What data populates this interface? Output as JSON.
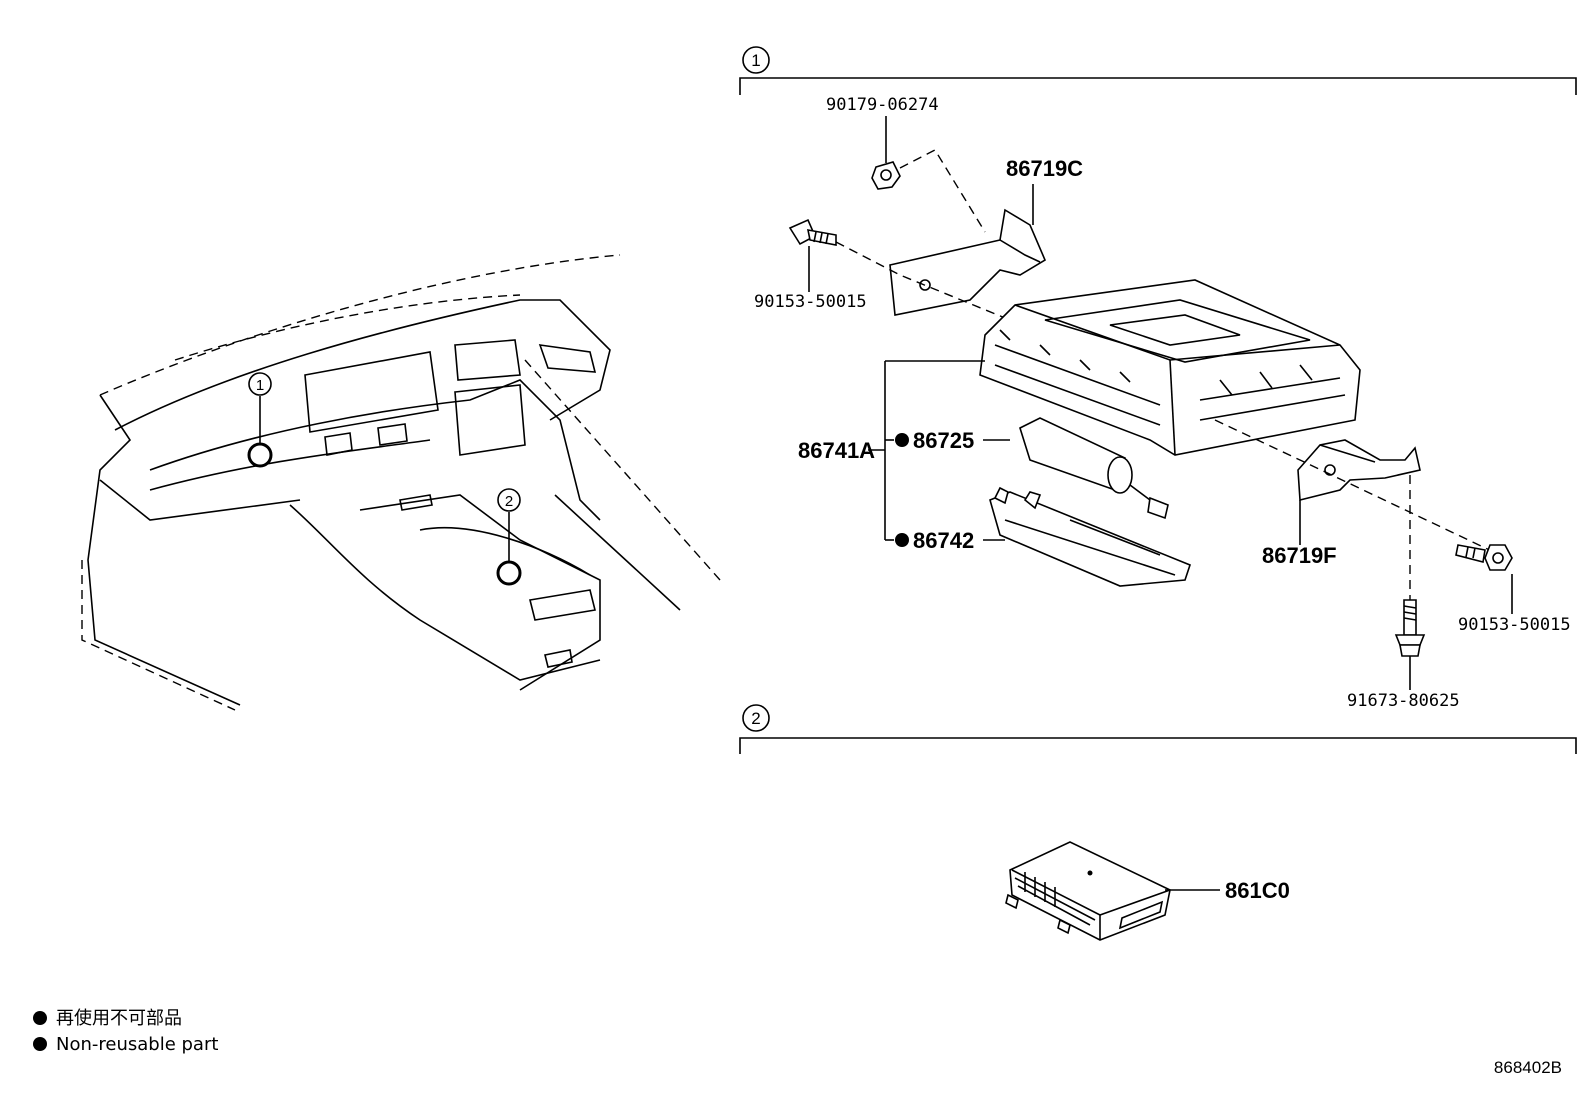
{
  "sections": [
    {
      "id": "1",
      "label": "1"
    },
    {
      "id": "2",
      "label": "2"
    }
  ],
  "overview": {
    "callout_1": "1",
    "callout_2": "2"
  },
  "parts": {
    "p90179": "90179-06274",
    "p86719C": "86719C",
    "p90153_left": "90153-50015",
    "p86741A": "86741A",
    "p86725": "86725",
    "p86742": "86742",
    "p86719F": "86719F",
    "p90153_right": "90153-50015",
    "p91673": "91673-80625",
    "p861C0": "861C0"
  },
  "legend": {
    "line_jp": "再使用不可部品",
    "line_en": "Non-reusable part"
  },
  "diagram_ref": "868402B"
}
